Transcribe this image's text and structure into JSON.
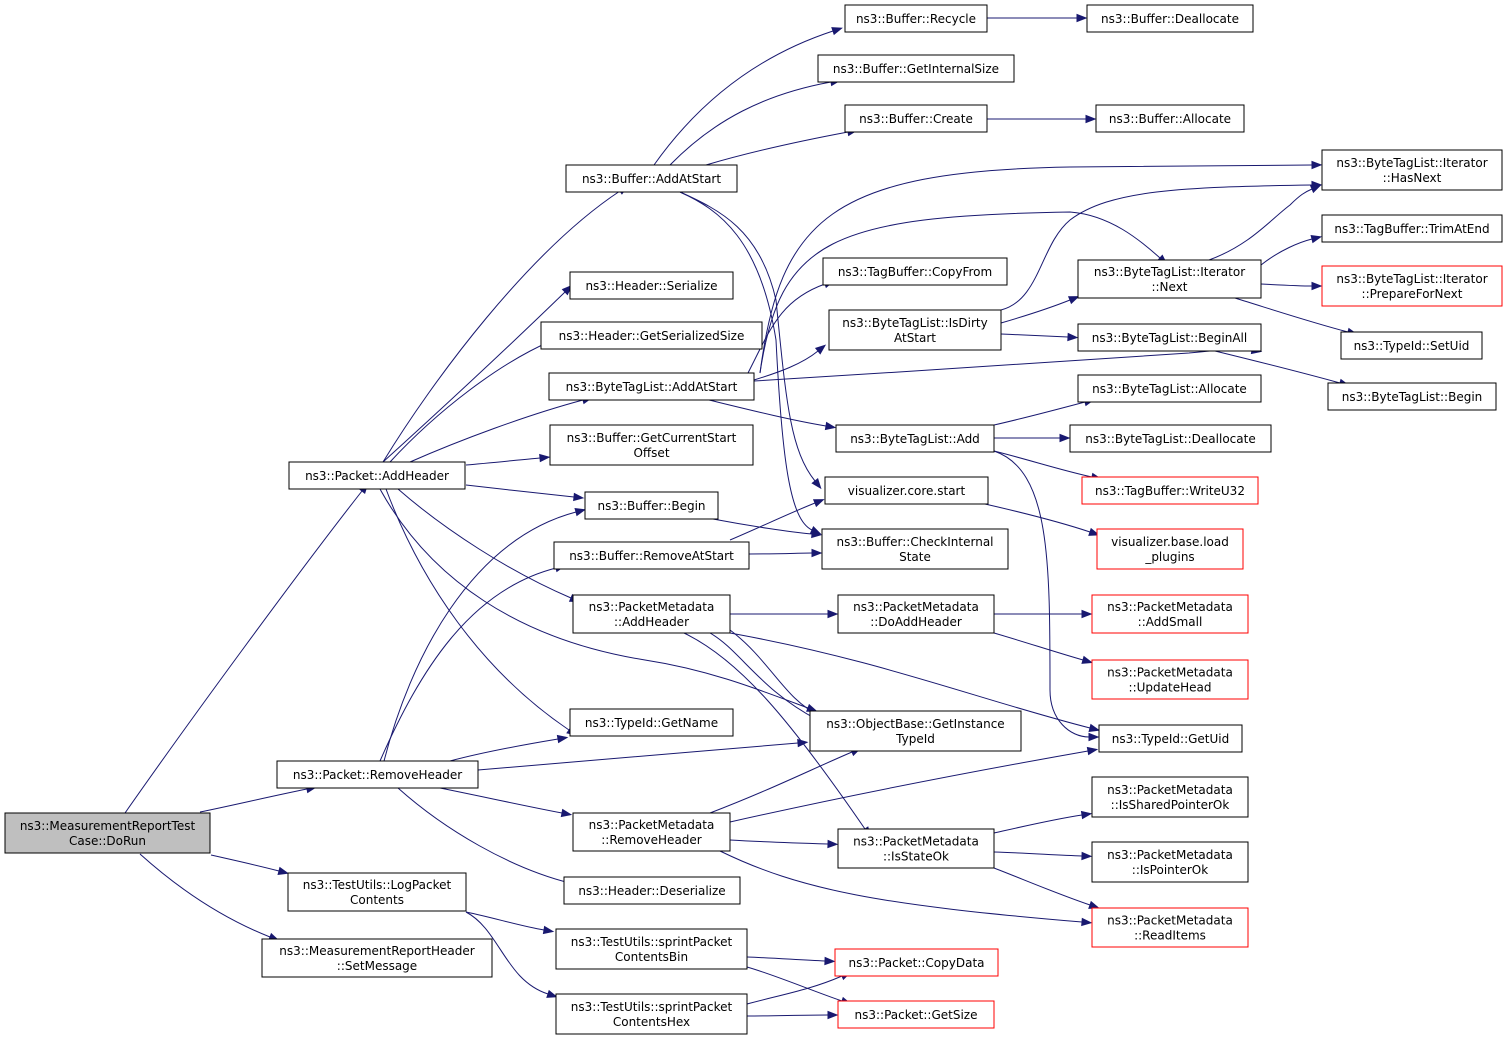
{
  "nodes": {
    "dorun": {
      "lines": [
        "ns3::MeasurementReportTest",
        "Case::DoRun"
      ],
      "style": "root"
    },
    "pkt_addheader": {
      "lines": [
        "ns3::Packet::AddHeader"
      ],
      "style": "normal"
    },
    "pkt_removeheader": {
      "lines": [
        "ns3::Packet::RemoveHeader"
      ],
      "style": "normal"
    },
    "logpacket": {
      "lines": [
        "ns3::TestUtils::LogPacket",
        "Contents"
      ],
      "style": "normal"
    },
    "setmessage": {
      "lines": [
        "ns3::MeasurementReportHeader",
        "::SetMessage"
      ],
      "style": "normal"
    },
    "buf_addatstart": {
      "lines": [
        "ns3::Buffer::AddAtStart"
      ],
      "style": "normal"
    },
    "hdr_serialize": {
      "lines": [
        "ns3::Header::Serialize"
      ],
      "style": "normal"
    },
    "hdr_getsersize": {
      "lines": [
        "ns3::Header::GetSerializedSize"
      ],
      "style": "normal"
    },
    "btl_addatstart": {
      "lines": [
        "ns3::ByteTagList::AddAtStart"
      ],
      "style": "normal"
    },
    "buf_getcurstart": {
      "lines": [
        "ns3::Buffer::GetCurrentStart",
        "Offset"
      ],
      "style": "normal"
    },
    "buf_begin": {
      "lines": [
        "ns3::Buffer::Begin"
      ],
      "style": "normal"
    },
    "buf_removeatstart": {
      "lines": [
        "ns3::Buffer::RemoveAtStart"
      ],
      "style": "normal"
    },
    "pm_addheader": {
      "lines": [
        "ns3::PacketMetadata",
        "::AddHeader"
      ],
      "style": "normal"
    },
    "typeid_getname": {
      "lines": [
        "ns3::TypeId::GetName"
      ],
      "style": "normal"
    },
    "pm_removeheader": {
      "lines": [
        "ns3::PacketMetadata",
        "::RemoveHeader"
      ],
      "style": "normal"
    },
    "hdr_deserialize": {
      "lines": [
        "ns3::Header::Deserialize"
      ],
      "style": "normal"
    },
    "sprint_bin": {
      "lines": [
        "ns3::TestUtils::sprintPacket",
        "ContentsBin"
      ],
      "style": "normal"
    },
    "sprint_hex": {
      "lines": [
        "ns3::TestUtils::sprintPacket",
        "ContentsHex"
      ],
      "style": "normal"
    },
    "buf_recycle": {
      "lines": [
        "ns3::Buffer::Recycle"
      ],
      "style": "normal"
    },
    "buf_getinternalsize": {
      "lines": [
        "ns3::Buffer::GetInternalSize"
      ],
      "style": "normal"
    },
    "buf_create": {
      "lines": [
        "ns3::Buffer::Create"
      ],
      "style": "normal"
    },
    "tagbuf_copyfrom": {
      "lines": [
        "ns3::TagBuffer::CopyFrom"
      ],
      "style": "normal"
    },
    "btl_isdirty": {
      "lines": [
        "ns3::ByteTagList::IsDirty",
        "AtStart"
      ],
      "style": "normal"
    },
    "btl_add": {
      "lines": [
        "ns3::ByteTagList::Add"
      ],
      "style": "normal"
    },
    "viz_start": {
      "lines": [
        "visualizer.core.start"
      ],
      "style": "normal"
    },
    "buf_checkinternal": {
      "lines": [
        "ns3::Buffer::CheckInternal",
        "State"
      ],
      "style": "normal"
    },
    "pm_doaddheader": {
      "lines": [
        "ns3::PacketMetadata",
        "::DoAddHeader"
      ],
      "style": "normal"
    },
    "ob_getinstancetypeid": {
      "lines": [
        "ns3::ObjectBase::GetInstance",
        "TypeId"
      ],
      "style": "normal"
    },
    "pm_isstateok": {
      "lines": [
        "ns3::PacketMetadata",
        "::IsStateOk"
      ],
      "style": "normal"
    },
    "pkt_copydata": {
      "lines": [
        "ns3::Packet::CopyData"
      ],
      "style": "red"
    },
    "pkt_getsize": {
      "lines": [
        "ns3::Packet::GetSize"
      ],
      "style": "red"
    },
    "buf_deallocate": {
      "lines": [
        "ns3::Buffer::Deallocate"
      ],
      "style": "normal"
    },
    "buf_allocate": {
      "lines": [
        "ns3::Buffer::Allocate"
      ],
      "style": "normal"
    },
    "btl_iter_next": {
      "lines": [
        "ns3::ByteTagList::Iterator",
        "::Next"
      ],
      "style": "normal"
    },
    "btl_beginall": {
      "lines": [
        "ns3::ByteTagList::BeginAll"
      ],
      "style": "normal"
    },
    "btl_allocate": {
      "lines": [
        "ns3::ByteTagList::Allocate"
      ],
      "style": "normal"
    },
    "btl_deallocate": {
      "lines": [
        "ns3::ByteTagList::Deallocate"
      ],
      "style": "normal"
    },
    "tagbuf_writeu32": {
      "lines": [
        "ns3::TagBuffer::WriteU32"
      ],
      "style": "red"
    },
    "viz_loadplugins": {
      "lines": [
        "visualizer.base.load",
        "_plugins"
      ],
      "style": "red"
    },
    "pm_addsmall": {
      "lines": [
        "ns3::PacketMetadata",
        "::AddSmall"
      ],
      "style": "red"
    },
    "pm_updatehead": {
      "lines": [
        "ns3::PacketMetadata",
        "::UpdateHead"
      ],
      "style": "red"
    },
    "typeid_getuid": {
      "lines": [
        "ns3::TypeId::GetUid"
      ],
      "style": "normal"
    },
    "pm_issharedptrok": {
      "lines": [
        "ns3::PacketMetadata",
        "::IsSharedPointerOk"
      ],
      "style": "normal"
    },
    "pm_ispointerok": {
      "lines": [
        "ns3::PacketMetadata",
        "::IsPointerOk"
      ],
      "style": "normal"
    },
    "pm_readitems": {
      "lines": [
        "ns3::PacketMetadata",
        "::ReadItems"
      ],
      "style": "red"
    },
    "btl_iter_hasnext": {
      "lines": [
        "ns3::ByteTagList::Iterator",
        "::HasNext"
      ],
      "style": "normal"
    },
    "tagbuf_trimatend": {
      "lines": [
        "ns3::TagBuffer::TrimAtEnd"
      ],
      "style": "normal"
    },
    "btl_iter_prepare": {
      "lines": [
        "ns3::ByteTagList::Iterator",
        "::PrepareForNext"
      ],
      "style": "red"
    },
    "typeid_setuid": {
      "lines": [
        "ns3::TypeId::SetUid"
      ],
      "style": "normal"
    },
    "btl_begin": {
      "lines": [
        "ns3::ByteTagList::Begin"
      ],
      "style": "normal"
    }
  }
}
